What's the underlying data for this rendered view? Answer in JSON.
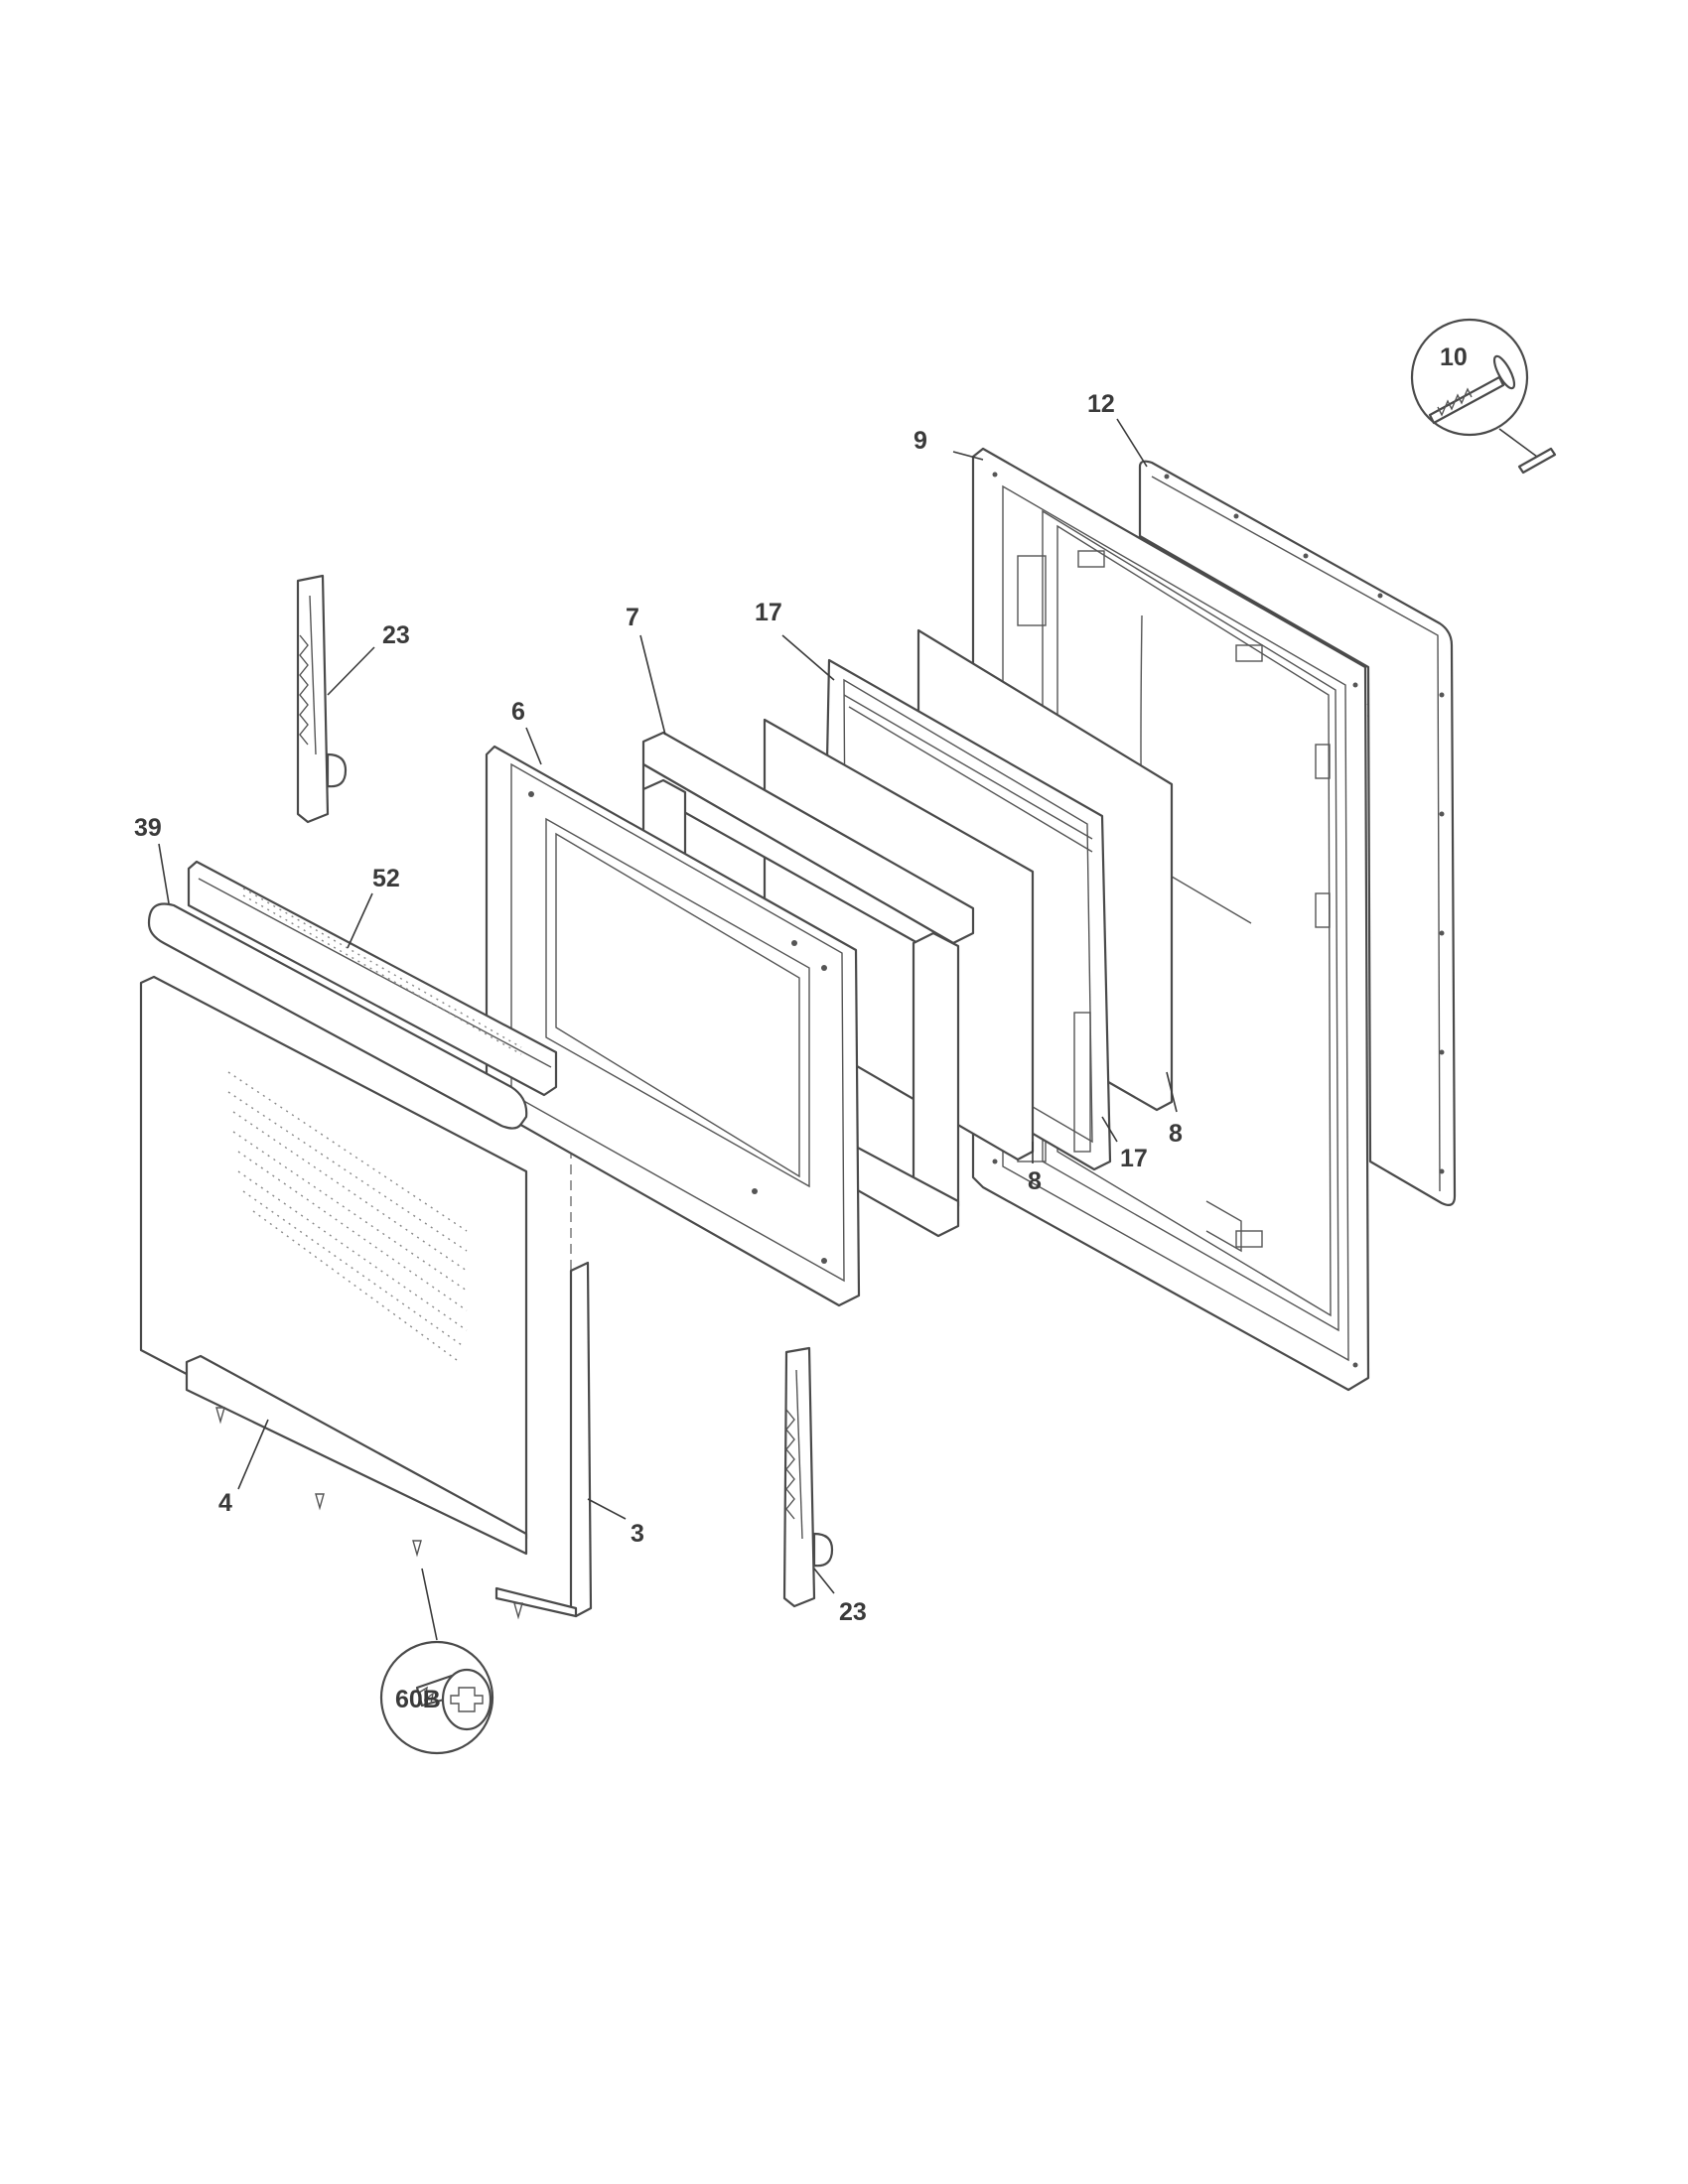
{
  "callouts": [
    {
      "id": "p3",
      "label": "3"
    },
    {
      "id": "p4",
      "label": "4"
    },
    {
      "id": "p6",
      "label": "6"
    },
    {
      "id": "p7",
      "label": "7"
    },
    {
      "id": "p8a",
      "label": "8"
    },
    {
      "id": "p8b",
      "label": "8"
    },
    {
      "id": "p9",
      "label": "9"
    },
    {
      "id": "p10",
      "label": "10"
    },
    {
      "id": "p12",
      "label": "12"
    },
    {
      "id": "p17a",
      "label": "17"
    },
    {
      "id": "p17b",
      "label": "17"
    },
    {
      "id": "p23a",
      "label": "23"
    },
    {
      "id": "p23b",
      "label": "23"
    },
    {
      "id": "p39",
      "label": "39"
    },
    {
      "id": "p52",
      "label": "52"
    },
    {
      "id": "p60b",
      "label": "60B"
    }
  ]
}
